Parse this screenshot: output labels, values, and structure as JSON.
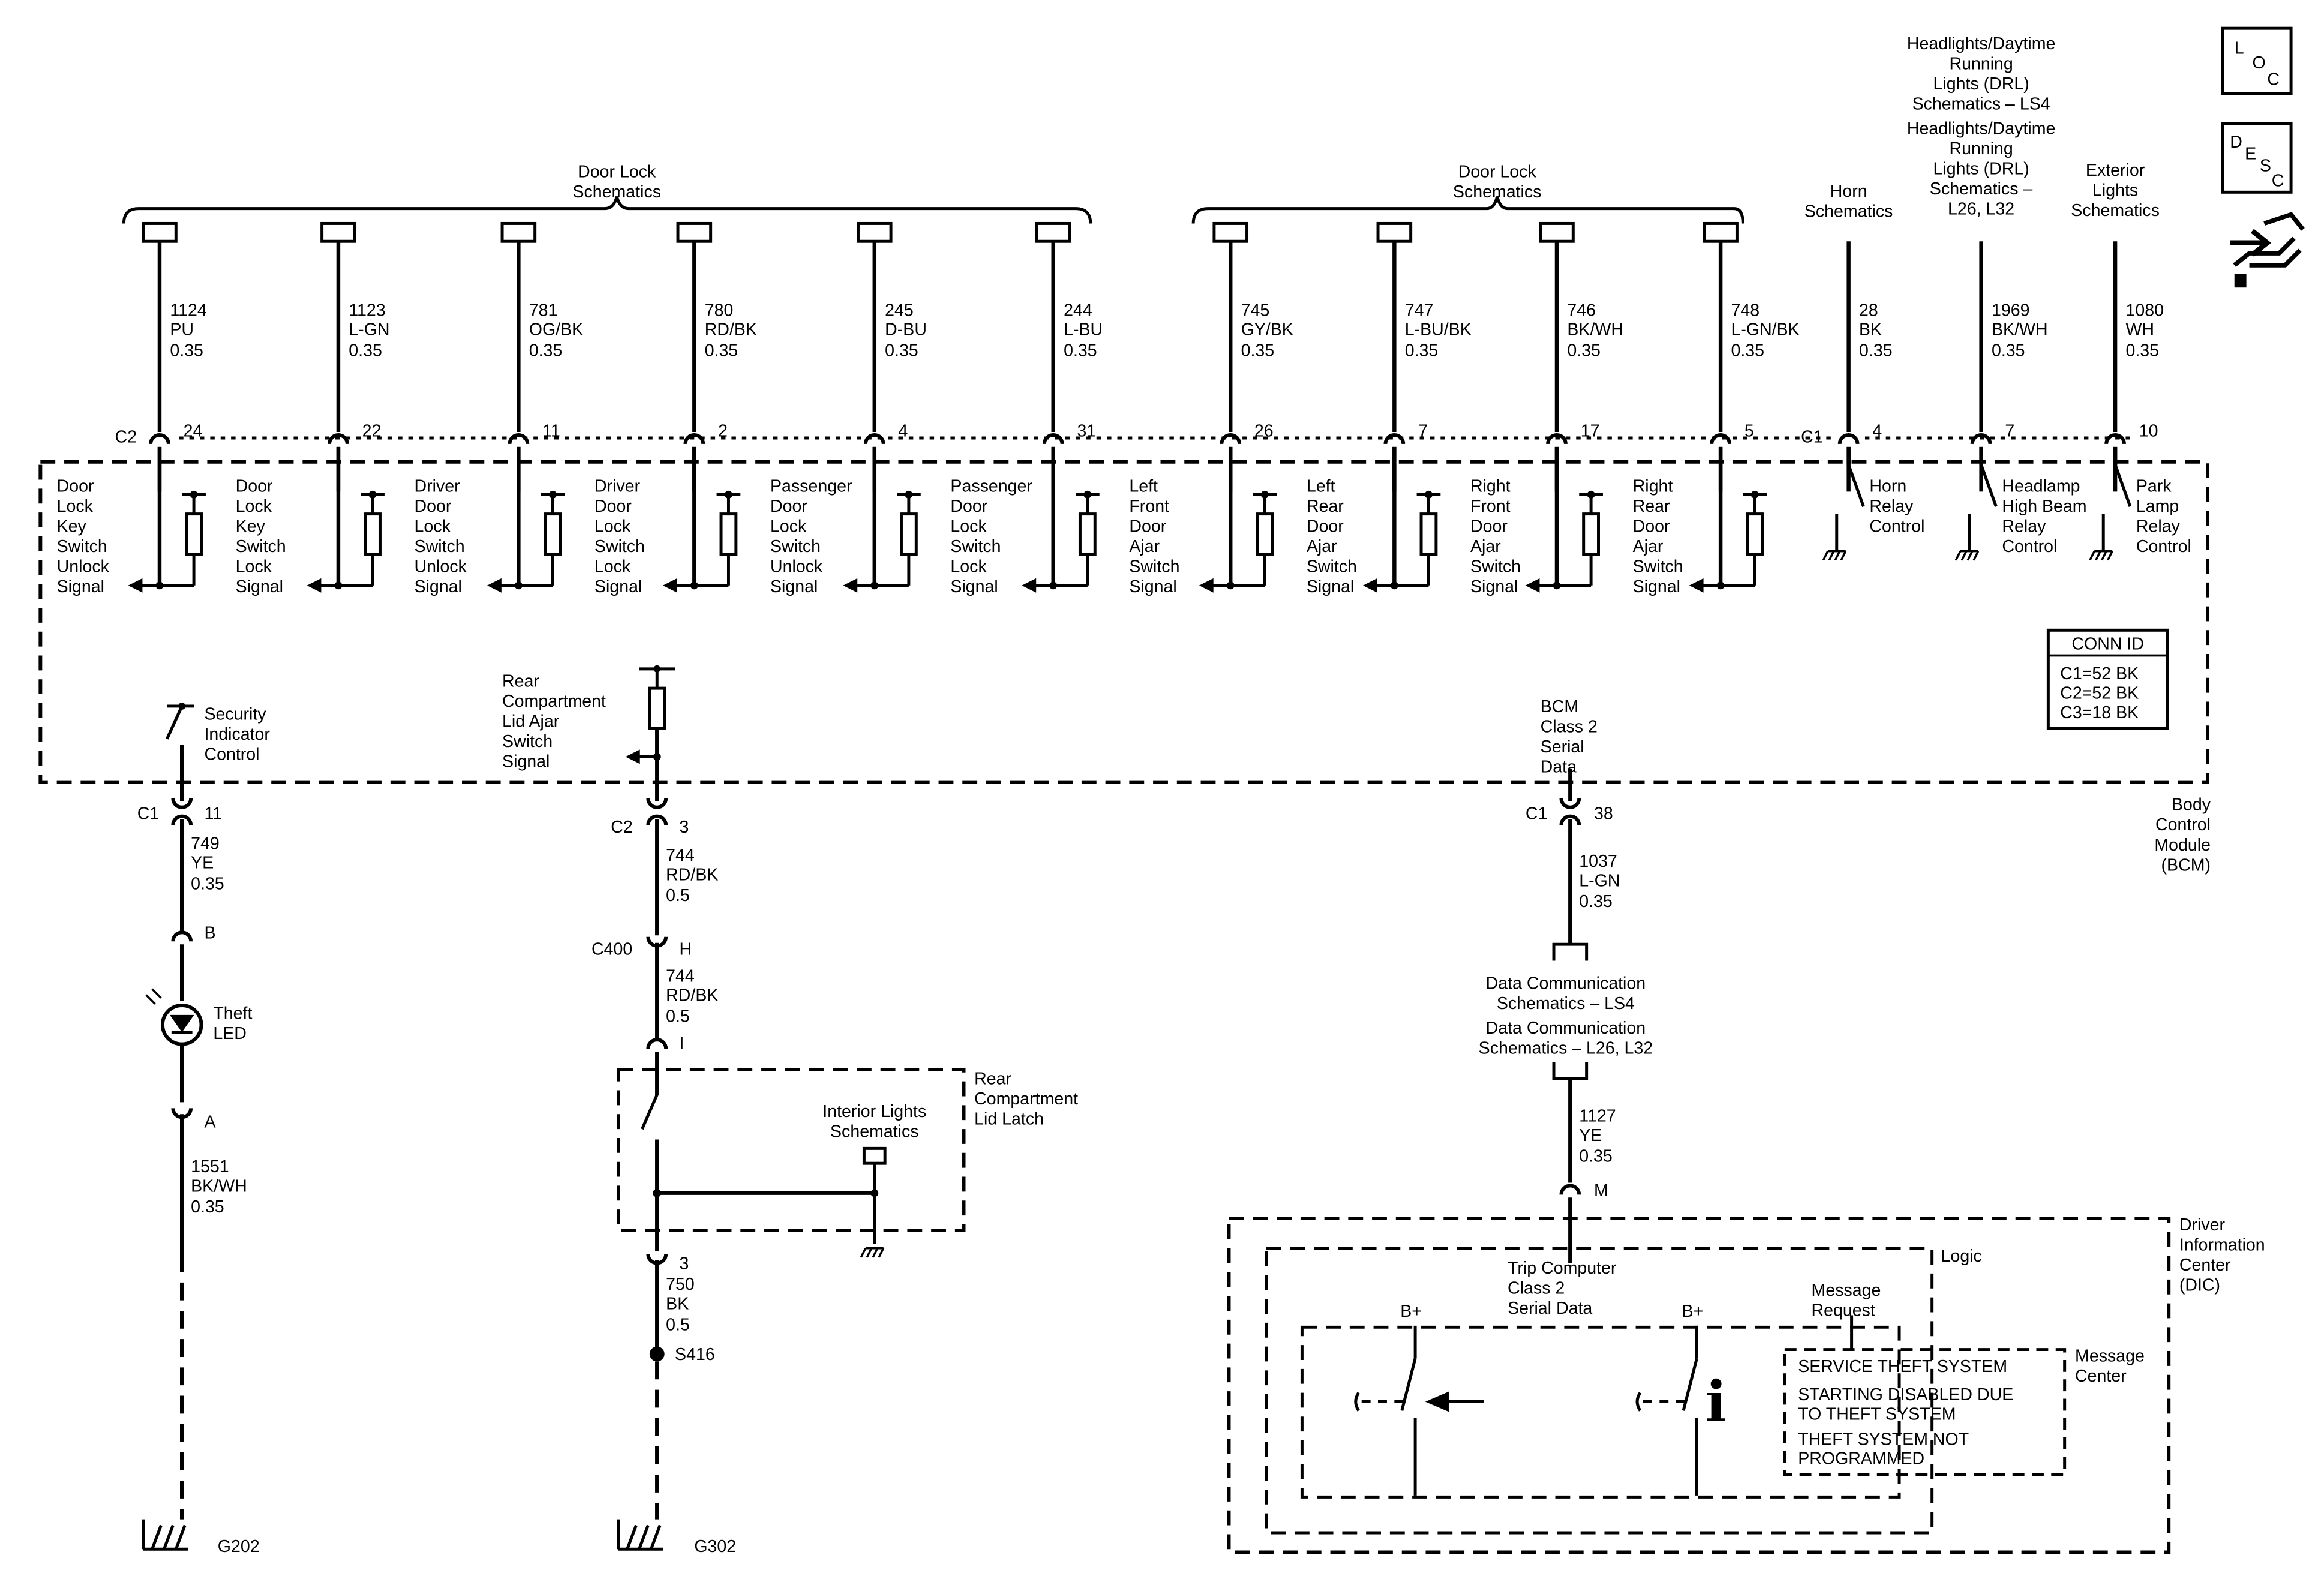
{
  "door_lock_group_left": [
    "Door Lock",
    "Schematics"
  ],
  "door_lock_group_right": [
    "Door Lock",
    "Schematics"
  ],
  "horn_ref": [
    "Horn",
    "Schematics"
  ],
  "headlights_ls4_ref": [
    "Headlights/Daytime",
    "Running",
    "Lights (DRL)",
    "Schematics – LS4"
  ],
  "headlights_l26_ref": [
    "Headlights/Daytime",
    "Running",
    "Lights (DRL)",
    "Schematics –",
    "L26, L32"
  ],
  "exterior_lights_ref": [
    "Exterior",
    "Lights",
    "Schematics"
  ],
  "top_circuits": [
    {
      "circuit": "1124",
      "color": "PU",
      "gauge": "0.35",
      "pin": "24",
      "label": [
        "Door",
        "Lock",
        "Key",
        "Switch",
        "Unlock",
        "Signal"
      ]
    },
    {
      "circuit": "1123",
      "color": "L-GN",
      "gauge": "0.35",
      "pin": "22",
      "label": [
        "Door",
        "Lock",
        "Key",
        "Switch",
        "Lock",
        "Signal"
      ]
    },
    {
      "circuit": "781",
      "color": "OG/BK",
      "gauge": "0.35",
      "pin": "11",
      "label": [
        "Driver",
        "Door",
        "Lock",
        "Switch",
        "Unlock",
        "Signal"
      ]
    },
    {
      "circuit": "780",
      "color": "RD/BK",
      "gauge": "0.35",
      "pin": "2",
      "label": [
        "Driver",
        "Door",
        "Lock",
        "Switch",
        "Lock",
        "Signal"
      ]
    },
    {
      "circuit": "245",
      "color": "D-BU",
      "gauge": "0.35",
      "pin": "4",
      "label": [
        "Passenger",
        "Door",
        "Lock",
        "Switch",
        "Unlock",
        "Signal"
      ]
    },
    {
      "circuit": "244",
      "color": "L-BU",
      "gauge": "0.35",
      "pin": "31",
      "label": [
        "Passenger",
        "Door",
        "Lock",
        "Switch",
        "Lock",
        "Signal"
      ]
    },
    {
      "circuit": "745",
      "color": "GY/BK",
      "gauge": "0.35",
      "pin": "26",
      "label": [
        "Left",
        "Front",
        "Door",
        "Ajar",
        "Switch",
        "Signal"
      ]
    },
    {
      "circuit": "747",
      "color": "L-BU/BK",
      "gauge": "0.35",
      "pin": "7",
      "label": [
        "Left",
        "Rear",
        "Door",
        "Ajar",
        "Switch",
        "Signal"
      ]
    },
    {
      "circuit": "746",
      "color": "BK/WH",
      "gauge": "0.35",
      "pin": "17",
      "label": [
        "Right",
        "Front",
        "Door",
        "Ajar",
        "Switch",
        "Signal"
      ]
    },
    {
      "circuit": "748",
      "color": "L-GN/BK",
      "gauge": "0.35",
      "pin": "5",
      "label": [
        "Right",
        "Rear",
        "Door",
        "Ajar",
        "Switch",
        "Signal"
      ]
    },
    {
      "circuit": "28",
      "color": "BK",
      "gauge": "0.35",
      "pin": "4",
      "label": [
        "Horn",
        "Relay",
        "Control"
      ]
    },
    {
      "circuit": "1969",
      "color": "BK/WH",
      "gauge": "0.35",
      "pin": "7",
      "label": [
        "Headlamp",
        "High Beam",
        "Relay",
        "Control"
      ]
    },
    {
      "circuit": "1080",
      "color": "WH",
      "gauge": "0.35",
      "pin": "10",
      "label": [
        "Park",
        "Lamp",
        "Relay",
        "Control"
      ]
    }
  ],
  "connector_c2": "C2",
  "connector_c1": "C1",
  "conn_id": {
    "title": "CONN ID",
    "rows": [
      "C1=52 BK",
      "C2=52 BK",
      "C3=18 BK"
    ]
  },
  "bcm_label": [
    "Body",
    "Control",
    "Module",
    "(BCM)"
  ],
  "security": {
    "label": [
      "Security",
      "Indicator",
      "Control"
    ],
    "conn": "C1",
    "pin": "11",
    "circuit": "749",
    "color": "YE",
    "gauge": "0.35",
    "pin_b": "B",
    "led_label": [
      "Theft",
      "LED"
    ],
    "pin_a": "A",
    "circuit2": "1551",
    "color2": "BK/WH",
    "gauge2": "0.35",
    "ground": "G202"
  },
  "rear_lid": {
    "label": [
      "Rear",
      "Compartment",
      "Lid Ajar",
      "Switch",
      "Signal"
    ],
    "conn": "C2",
    "pin": "3",
    "circuit": "744",
    "color": "RD/BK",
    "gauge": "0.5",
    "conn2": "C400",
    "pin_h": "H",
    "circuit2": "744",
    "color2": "RD/BK",
    "gauge2": "0.5",
    "pin_i": "I",
    "latch_label": [
      "Rear",
      "Compartment",
      "Lid Latch"
    ],
    "interior_ref": [
      "Interior Lights",
      "Schematics"
    ],
    "pin_3": "3",
    "circuit3": "750",
    "color3": "BK",
    "gauge3": "0.5",
    "splice": "S416",
    "ground": "G302"
  },
  "bcm_serial": {
    "label": [
      "BCM",
      "Class 2",
      "Serial",
      "Data"
    ],
    "conn": "C1",
    "pin": "38",
    "circuit": "1037",
    "color": "L-GN",
    "gauge": "0.35",
    "ref1": [
      "Data Communication",
      "Schematics – LS4"
    ],
    "ref2": [
      "Data Communication",
      "Schematics – L26, L32"
    ],
    "circuit2": "1127",
    "color2": "YE",
    "gauge2": "0.35",
    "pin_m": "M"
  },
  "dic": {
    "label": [
      "Driver",
      "Information",
      "Center",
      "(DIC)"
    ],
    "logic_label": "Logic",
    "trip_label": [
      "Trip Computer",
      "Class 2",
      "Serial Data"
    ],
    "msg_request": [
      "Message",
      "Request"
    ],
    "bplus": "B+",
    "message_center_label": [
      "Message",
      "Center"
    ],
    "messages": [
      [
        "SERVICE THEFT SYSTEM"
      ],
      [
        "STARTING DISABLED DUE",
        "TO THEFT SYSTEM"
      ],
      [
        "THEFT SYSTEM NOT",
        "PROGRAMMED"
      ]
    ]
  },
  "loc_icon": [
    "L",
    "O",
    "C"
  ],
  "desc_icon": [
    "D",
    "E",
    "S",
    "C"
  ]
}
